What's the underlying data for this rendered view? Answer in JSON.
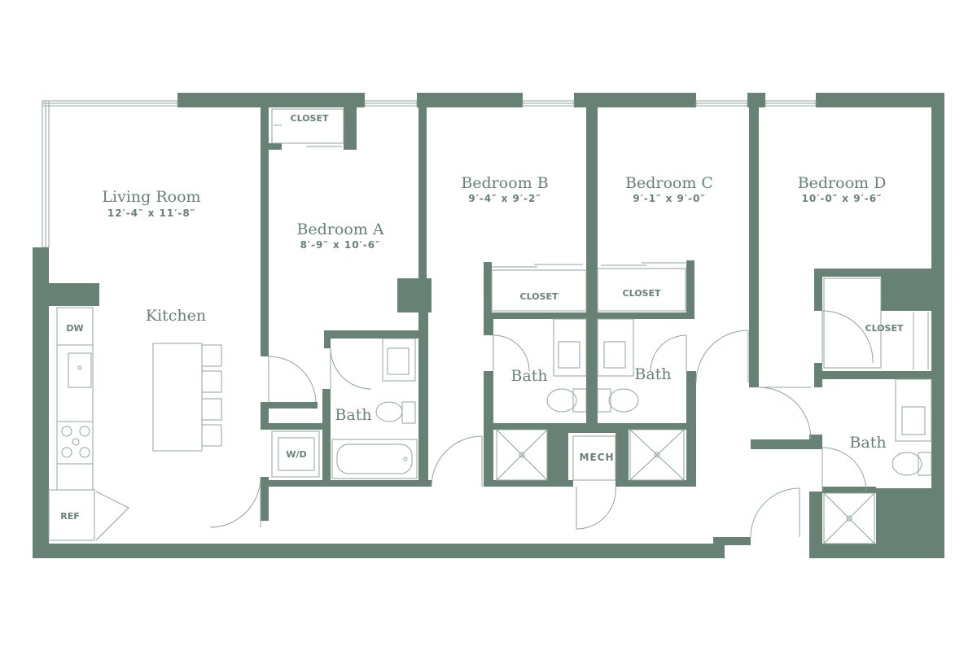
{
  "colors": {
    "wall": "#678274",
    "background": "#ffffff"
  },
  "rooms": {
    "living": {
      "name": "Living Room",
      "dims": "12′-4″ x 11′-8″"
    },
    "kitchen": {
      "name": "Kitchen"
    },
    "bedroom_a": {
      "name": "Bedroom A",
      "dims": "8′-9″ x 10′-6″"
    },
    "bedroom_b": {
      "name": "Bedroom B",
      "dims": "9′-4″ x 9′-2″"
    },
    "bedroom_c": {
      "name": "Bedroom C",
      "dims": "9′-1″ x 9′-0″"
    },
    "bedroom_d": {
      "name": "Bedroom D",
      "dims": "10′-0″ x 9′-6″"
    },
    "bath_a": {
      "name": "Bath"
    },
    "bath_b": {
      "name": "Bath"
    },
    "bath_c": {
      "name": "Bath"
    },
    "bath_d": {
      "name": "Bath"
    }
  },
  "labels": {
    "closet_a": "CLOSET",
    "closet_b": "CLOSET",
    "closet_c": "CLOSET",
    "closet_d": "CLOSET",
    "mech": "MECH",
    "washer_dryer": "W/D",
    "dishwasher": "DW",
    "refrigerator": "REF"
  }
}
